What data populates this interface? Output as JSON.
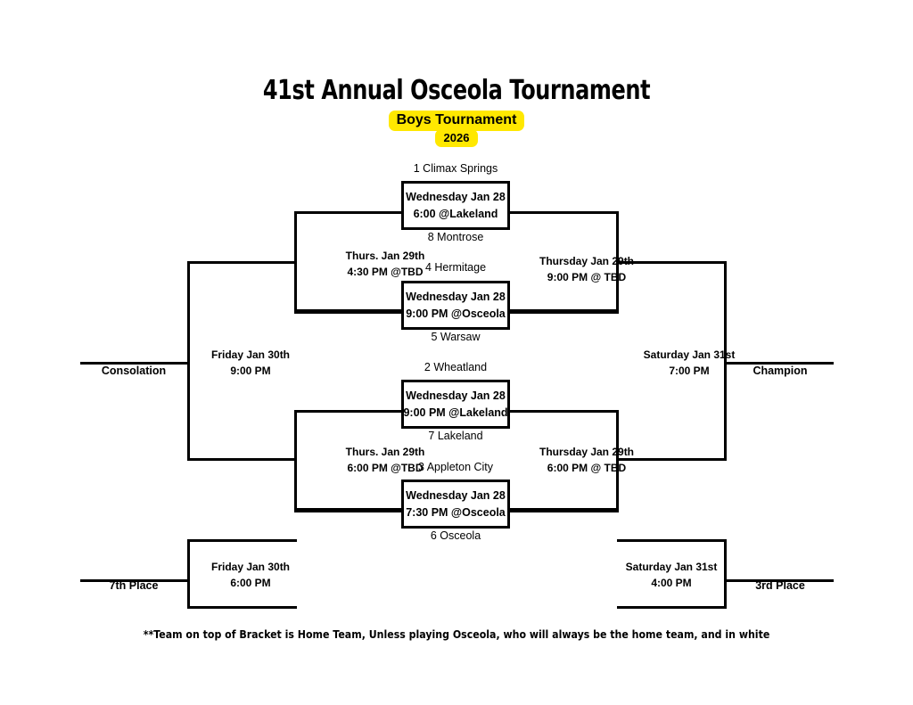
{
  "header": {
    "title": "41st Annual Osceola Tournament",
    "subtitle": "Boys Tournament",
    "year": "2026",
    "highlight_color": "#FFE800"
  },
  "bracket": {
    "round1": [
      {
        "top_team": "1 Climax Springs",
        "bottom_team": "8 Montrose",
        "line1": "Wednesday Jan 28",
        "line2": "6:00 @Lakeland"
      },
      {
        "top_team": "4 Hermitage",
        "bottom_team": "5 Warsaw",
        "line1": "Wednesday Jan 28",
        "line2": "9:00 PM @Osceola"
      },
      {
        "top_team": "2 Wheatland",
        "bottom_team": "7 Lakeland",
        "line1": "Wednesday Jan 28",
        "line2": "9:00 PM @Lakeland"
      },
      {
        "top_team": "3 Appleton City",
        "bottom_team": "6 Osceola",
        "line1": "Wednesday Jan 28",
        "line2": "7:30 PM @Osceola"
      }
    ],
    "semifinals": [
      {
        "line1": "Thursday Jan 29th",
        "line2": "9:00 PM @ TBD"
      },
      {
        "line1": "Thursday Jan 29th",
        "line2": "6:00 PM @ TBD"
      }
    ],
    "consolation_semis": [
      {
        "line1": "Thurs. Jan 29th",
        "line2": "4:30 PM @TBD"
      },
      {
        "line1": "Thurs. Jan 29th",
        "line2": "6:00 PM @TBD"
      }
    ],
    "championship": {
      "line1": "Saturday Jan 31st",
      "line2": "7:00 PM"
    },
    "consolation_final": {
      "line1": "Friday Jan 30th",
      "line2": "9:00 PM"
    },
    "seventh_place_game": {
      "line1": "Friday Jan 30th",
      "line2": "6:00 PM"
    },
    "third_place_game": {
      "line1": "Saturday Jan 31st",
      "line2": "4:00 PM"
    },
    "outcomes": {
      "champion": "Champion",
      "consolation": "Consolation",
      "third_place": "3rd Place",
      "seventh_place": "7th Place"
    }
  },
  "footnote": "**Team on top of Bracket is Home Team, Unless playing Osceola, who will always be the home team, and in white"
}
